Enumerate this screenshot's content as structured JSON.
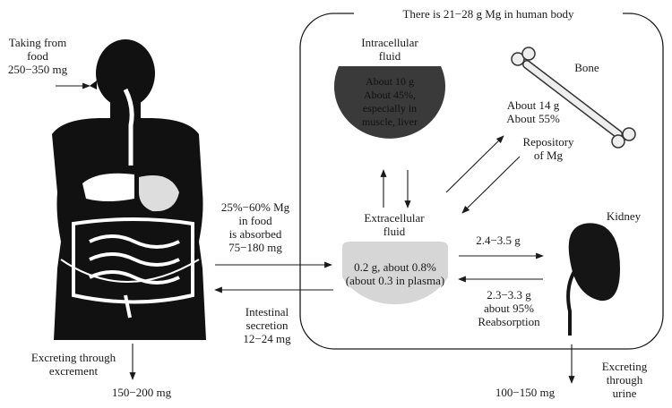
{
  "body_total": "There is 21−28 g Mg in human body",
  "intake": {
    "line1": "Taking from",
    "line2": "food",
    "line3": "250−350 mg"
  },
  "absorption": {
    "line1": "25%−60% Mg",
    "line2": "in food",
    "line3": "is absorbed",
    "line4": "75−180 mg"
  },
  "secretion": {
    "line1": "Intestinal",
    "line2": "secretion",
    "line3": "12−24 mg"
  },
  "excrement": {
    "line1": "Excreting through",
    "line2": "excrement",
    "amount": "150−200 mg"
  },
  "intracellular": {
    "title1": "Intracellular",
    "title2": "fluid",
    "content1": "About 10 g",
    "content2": "About 45%,",
    "content3": "especially in",
    "content4": "muscle, liver"
  },
  "bone": {
    "title": "Bone",
    "line1": "About 14 g",
    "line2": "About 55%"
  },
  "repository": {
    "line1": "Repository",
    "line2": "of Mg"
  },
  "extracellular": {
    "title1": "Extracellular",
    "title2": "fluid",
    "content1": "0.2 g, about 0.8%",
    "content2": "(about 0.3 in plasma)"
  },
  "kidney": {
    "title": "Kidney"
  },
  "filtration": "2.4−3.5 g",
  "reabsorption": {
    "line1": "2.3−3.3 g",
    "line2": "about 95%",
    "line3": "Reabsorption"
  },
  "urine": {
    "amount": "100−150 mg",
    "line1": "Excreting",
    "line2": "through",
    "line3": "urine"
  },
  "colors": {
    "intracellular_fill": "#3a3a3a",
    "extracellular_fill": "#d6d6d6",
    "ink": "#1a1a1a"
  }
}
